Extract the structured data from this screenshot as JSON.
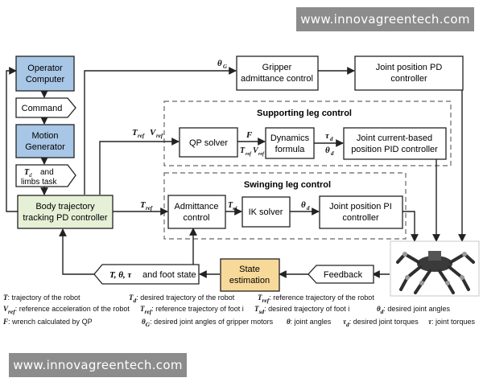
{
  "watermark": {
    "text": "www.innovagreentech.com"
  },
  "colors": {
    "blue_box": "#a8c6e6",
    "orange_box": "#f7d99a",
    "stroke": "#222222",
    "dashed": "#666666"
  },
  "blocks": {
    "operator_computer": [
      "Operator",
      "Computer"
    ],
    "command": "Command",
    "motion_generator": [
      "Motion",
      "Generator"
    ],
    "limbs_task": [
      "and",
      "limbs task"
    ],
    "body_trajectory": [
      "Body trajectory",
      "tracking PD controller"
    ],
    "gripper_admittance": [
      "Gripper",
      "admittance control"
    ],
    "joint_position_pd": [
      "Joint position PD",
      "controller"
    ],
    "qp_solver": "QP solver",
    "dynamics_formula": [
      "Dynamics",
      "formula"
    ],
    "joint_current_pid": [
      "Joint current-based",
      "position PID controller"
    ],
    "admittance_control": [
      "Admittance",
      "control"
    ],
    "ik_solver": "IK solver",
    "joint_position_pi": [
      "Joint position PI",
      "controller"
    ],
    "state_estimation": [
      "State",
      "estimation"
    ],
    "feedback": "Feedback",
    "state_arrow_text": "and foot state"
  },
  "groups": {
    "supporting": "Supporting leg control",
    "swinging": "Swinging leg control"
  },
  "signals": {
    "theta_g": "θ",
    "theta_g_sub": "G",
    "t_ref": "T",
    "t_ref_sub": "ref",
    "v_ref": "V",
    "f": "F",
    "tau_d": "τ",
    "d": "d",
    "theta_d": "θ",
    "t_sd": "T",
    "t_sd_sub": "sd",
    "t_d": "T",
    "state_symbols": "T, θ, τ"
  },
  "legend": {
    "row1": [
      {
        "sym": "T",
        "text": ": trajectory of the robot"
      },
      {
        "sym": "T",
        "sub": "d",
        "text": ": desired trajectory of the robot"
      },
      {
        "sym": "T",
        "sub": "ref",
        "text": ": reference trajectory of the robot"
      }
    ],
    "row2": [
      {
        "sym": "V",
        "sub": "ref",
        "text": ": reference acceleration of the robot"
      },
      {
        "sym": "T",
        "sub": "ref",
        "text": ": reference trajectory of foot i"
      },
      {
        "sym": "T",
        "sub": "sd",
        "text": ": desired trajectory of foot i"
      },
      {
        "sym": "θ",
        "sub": "d",
        "text": ": desired joint angles"
      }
    ],
    "row3": [
      {
        "sym": "F",
        "text": ": wrench calculated by QP"
      },
      {
        "sym": "θ",
        "sub": "G",
        "text": ": desired joint angles of gripper motors"
      },
      {
        "sym": "θ",
        "text": ": joint angles"
      },
      {
        "sym": "τ",
        "sub": "d",
        "text": ": desired joint torques"
      },
      {
        "sym": "τ",
        "text": ": joint torques"
      }
    ]
  }
}
